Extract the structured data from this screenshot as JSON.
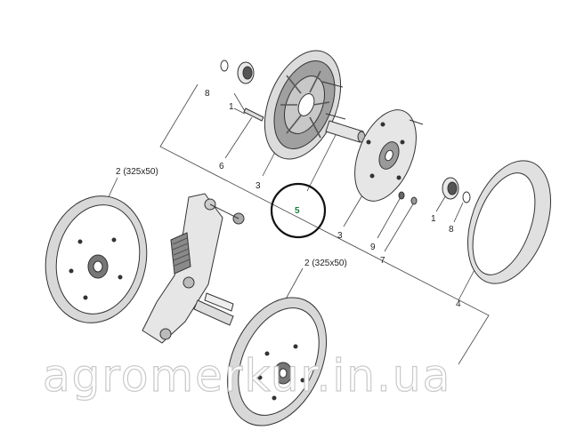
{
  "labels": {
    "p8_top": "8",
    "p1_top": "1",
    "p6": "6",
    "p3_left": "3",
    "p5": "5",
    "p3_right": "3",
    "p9": "9",
    "p7": "7",
    "p1_right": "1",
    "p8_right": "8",
    "p4": "4",
    "p2_left": "2 (325x50)",
    "p2_bottom": "2 (325x50)"
  },
  "watermark": "agromerkur.in.ua",
  "colors": {
    "line": "#333333",
    "highlight": "#1b7a3e",
    "circle": "#111111"
  }
}
